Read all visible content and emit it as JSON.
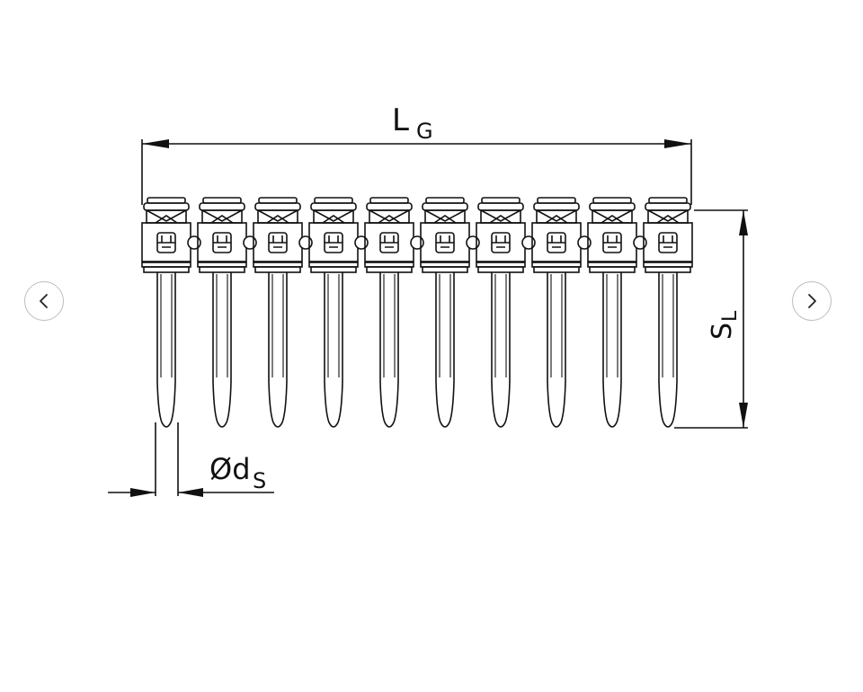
{
  "diagram": {
    "nail_count": 10,
    "labels": {
      "length_main": "L",
      "length_sub": "G",
      "shank_main": "S",
      "shank_sub": "L",
      "diameter_main": "Ød",
      "diameter_sub": "S"
    }
  },
  "carousel": {
    "prev_icon": "chevron-left-icon",
    "next_icon": "chevron-right-icon"
  },
  "colors": {
    "line": "#111111",
    "nav_border": "#bdbdbd"
  }
}
